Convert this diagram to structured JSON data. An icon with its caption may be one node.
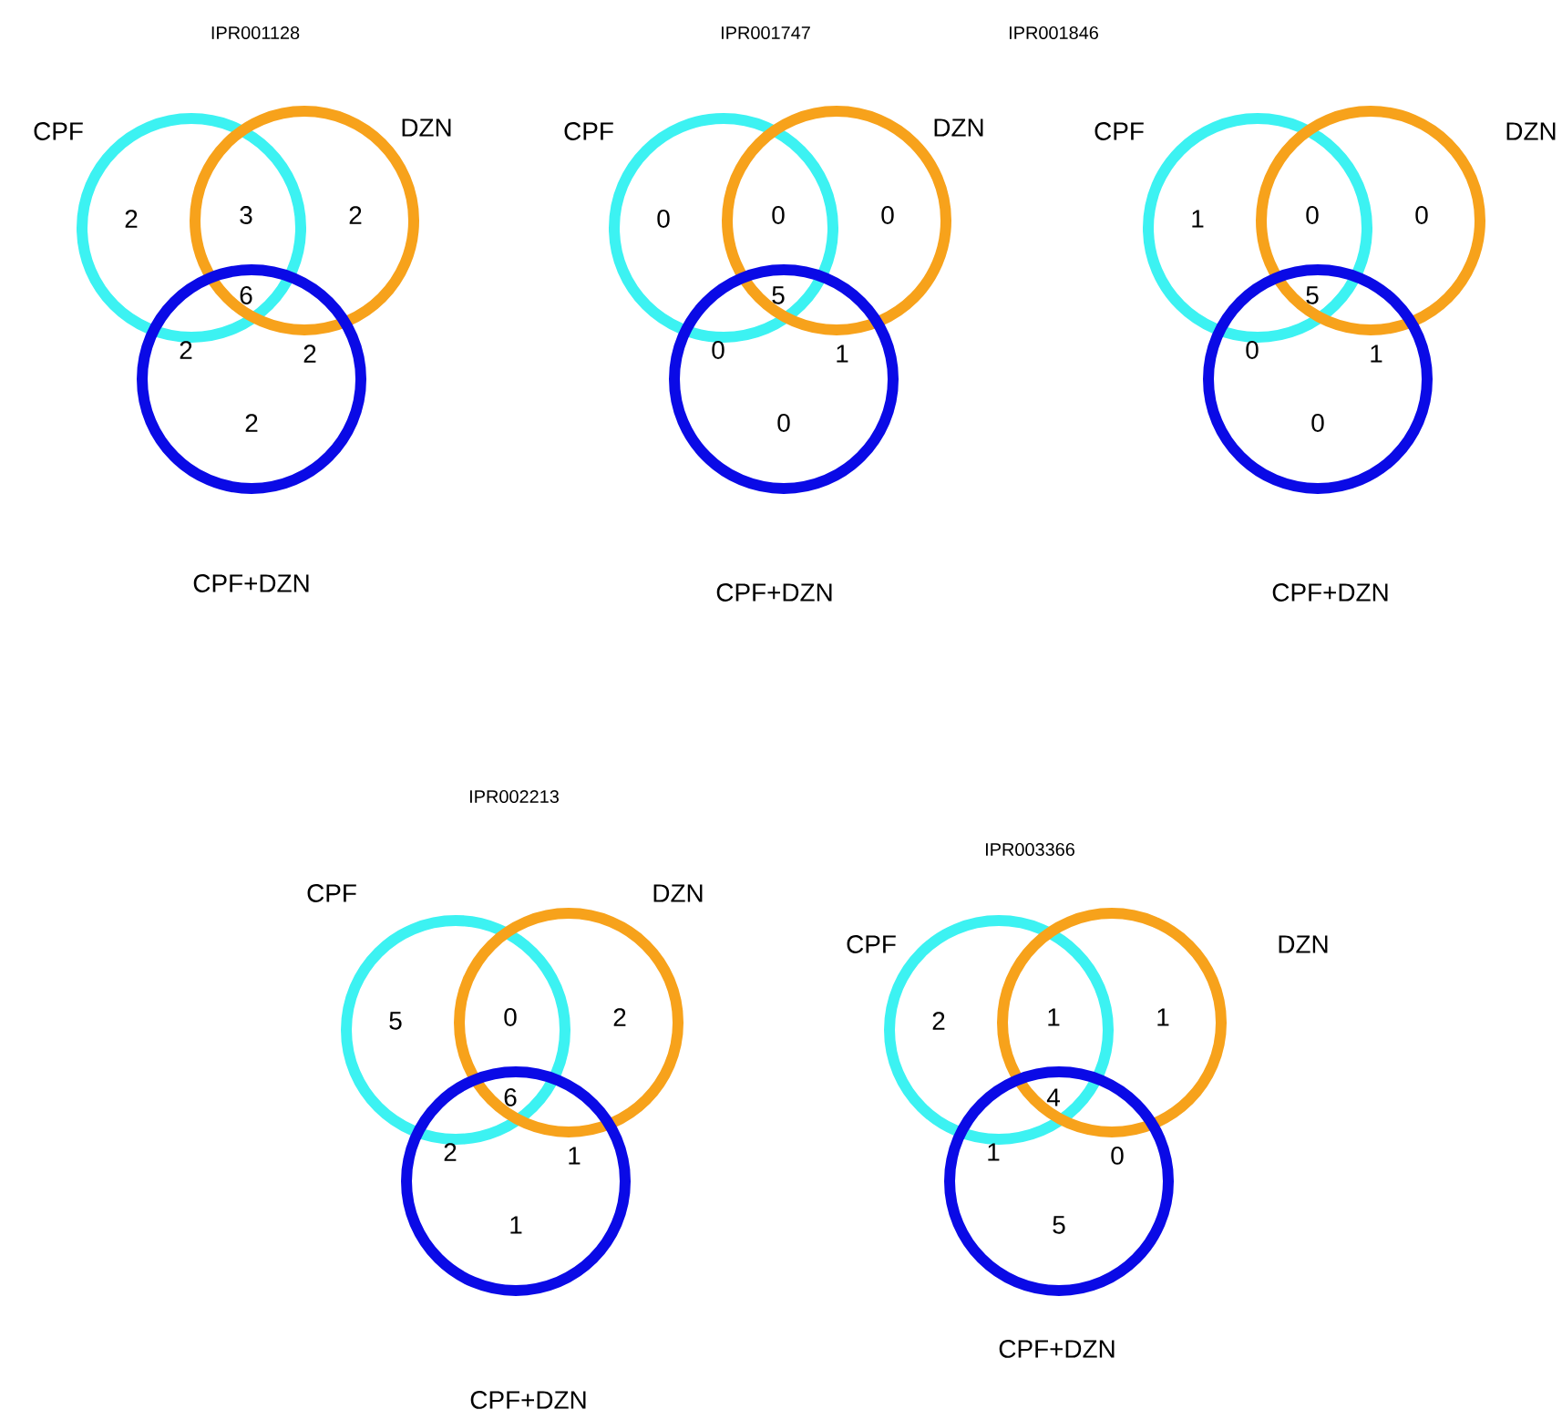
{
  "diagram": {
    "nodes": [
      {
        "text": [
          "CPF"
        ]
      },
      {
        "text": [
          "DZN"
        ]
      },
      {
        "text": [
          "CPF+DZN"
        ]
      },
      {
        "text": [
          "CPF"
        ]
      },
      {
        "text": [
          "DZN"
        ]
      },
      {
        "text": [
          "CPF+DZN"
        ]
      },
      {
        "text": [
          "CPF"
        ]
      },
      {
        "text": [
          "DZN"
        ]
      },
      {
        "text": [
          "CPF+DZN"
        ]
      },
      {
        "text": [
          "CPF"
        ]
      },
      {
        "text": [
          "DZN"
        ]
      },
      {
        "text": [
          "CPF+DZN"
        ]
      },
      {
        "text": [
          "CPF"
        ]
      },
      {
        "text": [
          "DZN"
        ]
      },
      {
        "text": [
          "CPF+DZN"
        ]
      }
    ],
    "labels": [
      "IPR001128",
      "2",
      "3",
      "2",
      "2",
      "6",
      "2",
      "2",
      "IPR001747",
      "0",
      "0",
      "0",
      "0",
      "5",
      "1",
      "0",
      "IPR001846",
      "1",
      "0",
      "0",
      "0",
      "5",
      "1",
      "0",
      "IPR002213",
      "5",
      "0",
      "2",
      "2",
      "6",
      "1",
      "1",
      "IPR003366",
      "2",
      "1",
      "1",
      "1",
      "4",
      "0",
      "5"
    ]
  }
}
